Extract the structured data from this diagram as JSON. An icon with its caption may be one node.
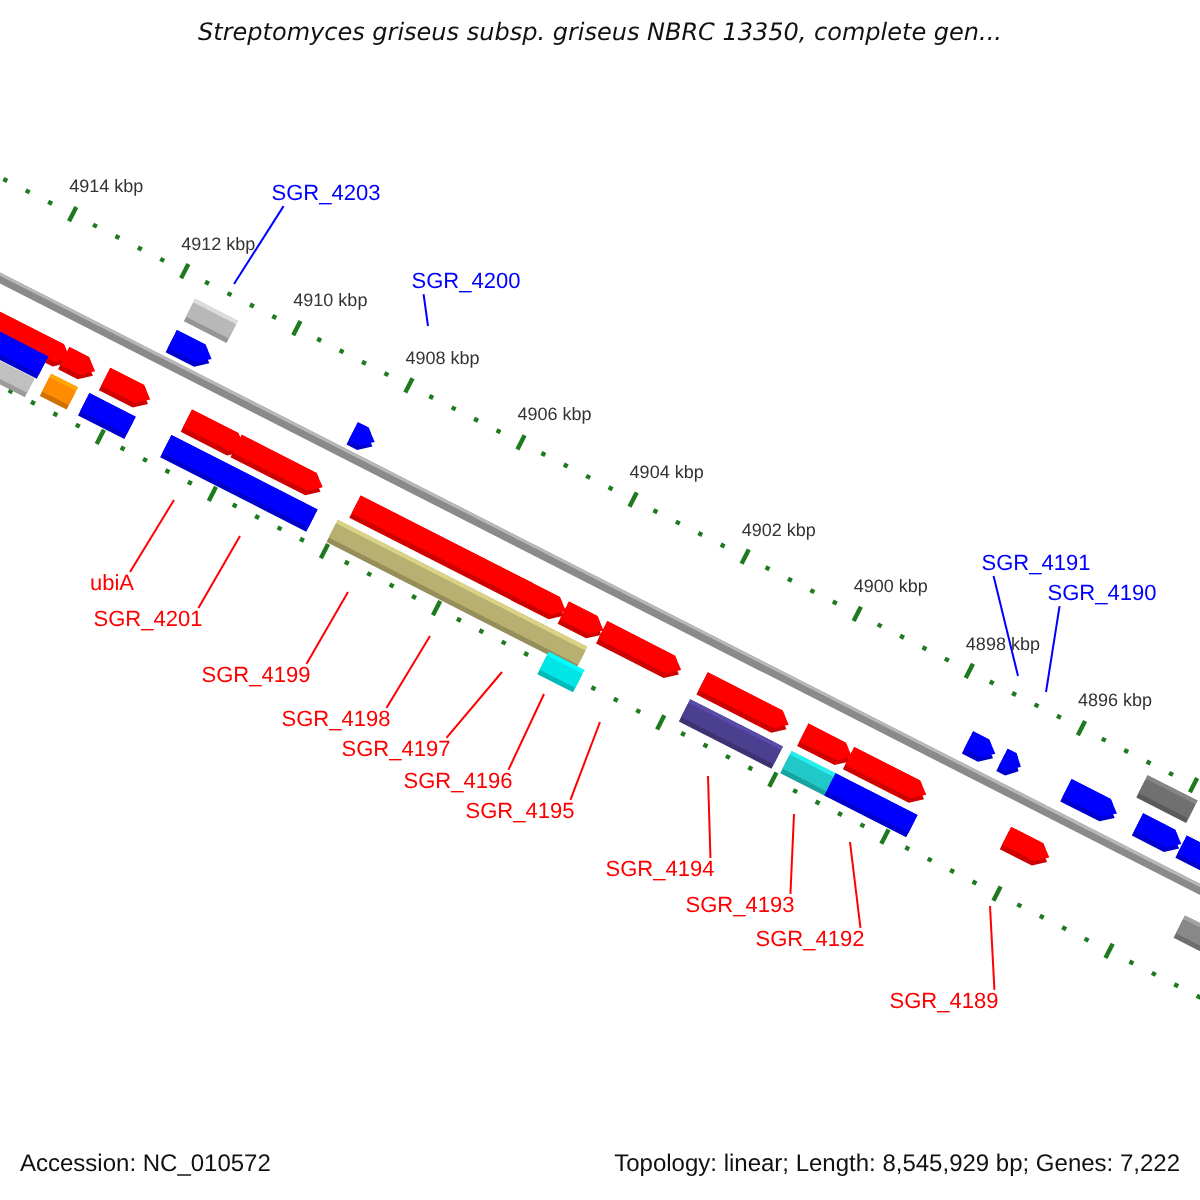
{
  "diagram": {
    "title": "Streptomyces griseus subsp. griseus NBRC 13350, complete gen...",
    "nodes": [
      {
        "text": [
          "SGR_4203"
        ]
      },
      {
        "text": [
          "SGR_4200"
        ]
      },
      {
        "text": [
          "SGR_4191"
        ]
      },
      {
        "text": [
          "ubiA"
        ]
      },
      {
        "text": [
          "SGR_4190"
        ]
      },
      {
        "text": [
          "SGR_4201"
        ]
      },
      {
        "text": [
          "SGR_4199"
        ]
      },
      {
        "text": [
          "SGR_4198"
        ]
      },
      {
        "text": [
          "SGR_4197"
        ]
      },
      {
        "text": [
          "SGR_4196"
        ]
      },
      {
        "text": [
          "SGR_4195"
        ]
      },
      {
        "text": [
          "SGR_4194"
        ]
      },
      {
        "text": [
          "SGR_4193"
        ]
      },
      {
        "text": [
          "SGR_4192"
        ]
      },
      {
        "text": [
          "SGR_4189"
        ]
      }
    ],
    "edges": [
      {
        "from": 0,
        "to": null,
        "arrow": "none",
        "color": "#0000ff"
      },
      {
        "from": 1,
        "to": null,
        "arrow": "none",
        "color": "#0000ff"
      },
      {
        "from": 2,
        "to": null,
        "arrow": "none",
        "color": "#0000ff"
      },
      {
        "from": 3,
        "to": null,
        "arrow": "none"
      },
      {
        "from": 4,
        "to": null,
        "arrow": "none",
        "color": "#0000ff"
      },
      {
        "from": 5,
        "to": null,
        "arrow": "none"
      },
      {
        "from": 6,
        "to": null,
        "arrow": "none"
      },
      {
        "from": 7,
        "to": null,
        "arrow": "none"
      },
      {
        "from": 8,
        "to": null,
        "arrow": "none"
      },
      {
        "from": 9,
        "to": null,
        "arrow": "none"
      },
      {
        "from": 10,
        "to": null,
        "arrow": "none"
      },
      {
        "from": 11,
        "to": null,
        "arrow": "none"
      },
      {
        "from": 12,
        "to": null,
        "arrow": "none"
      },
      {
        "from": 13,
        "to": null,
        "arrow": "none"
      },
      {
        "from": 14,
        "to": null,
        "arrow": "none"
      }
    ],
    "labels": [
      "4914 kbp",
      "4912 kbp",
      "4910 kbp",
      "4908 kbp",
      "4906 kbp",
      "4904 kbp",
      "4902 kbp",
      "4900 kbp",
      "4898 kbp",
      "4896 kbp",
      "Accession: NC_010572",
      "Topology: linear; Length: 8,545,929 bp; Genes: 7,222"
    ]
  }
}
